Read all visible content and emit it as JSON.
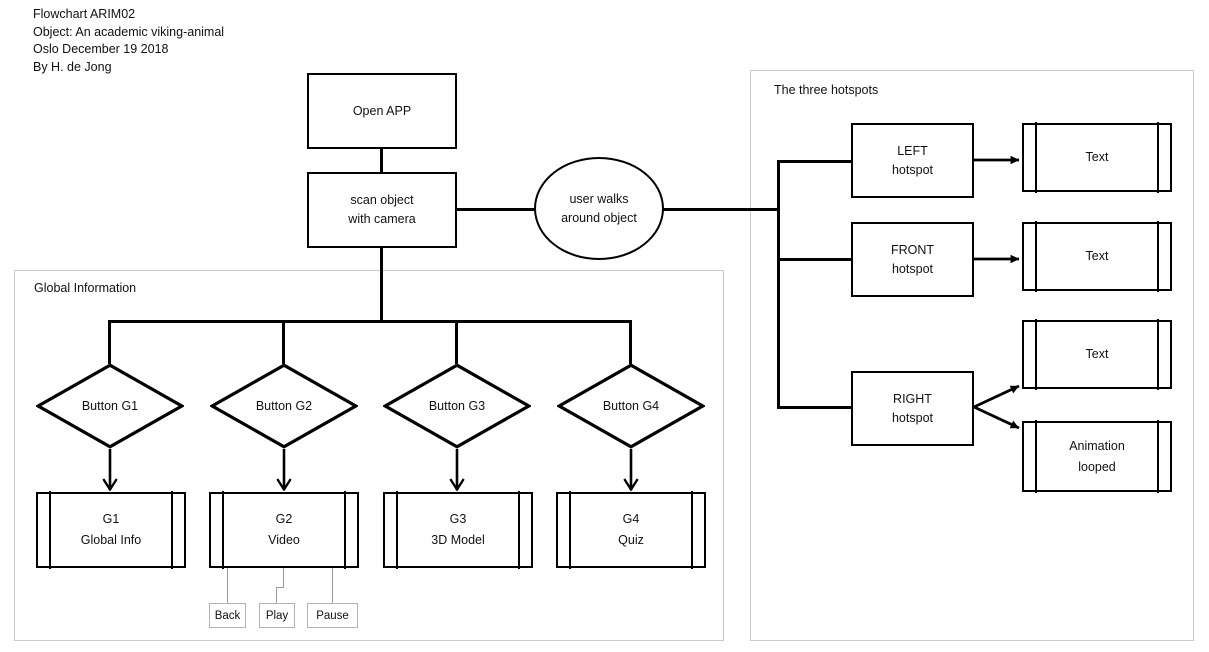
{
  "header": {
    "line1": "Flowchart ARIM02",
    "line2": "Object: An academic viking-animal",
    "line3": "Oslo December 19 2018",
    "line4": "By H. de Jong"
  },
  "main_flow": {
    "open_app": "Open APP",
    "scan_object": "scan object\nwith camera",
    "scan_object_l1": "scan object",
    "scan_object_l2": "with camera",
    "user_walks_l1": "user walks",
    "user_walks_l2": "around object"
  },
  "global_panel": {
    "title": "Global Information",
    "decisions": [
      {
        "label": "Button G1"
      },
      {
        "label": "Button G2"
      },
      {
        "label": "Button G3"
      },
      {
        "label": "Button G4"
      }
    ],
    "screens": [
      {
        "code": "G1",
        "name": "Global Info"
      },
      {
        "code": "G2",
        "name": "Video"
      },
      {
        "code": "G3",
        "name": "3D Model"
      },
      {
        "code": "G4",
        "name": "Quiz"
      }
    ],
    "media_controls": [
      {
        "label": "Back"
      },
      {
        "label": "Play"
      },
      {
        "label": "Pause"
      }
    ]
  },
  "hotspot_panel": {
    "title": "The three hotspots",
    "hotspots": [
      {
        "name": "LEFT",
        "kind": "hotspot"
      },
      {
        "name": "FRONT",
        "kind": "hotspot"
      },
      {
        "name": "RIGHT",
        "kind": "hotspot"
      }
    ],
    "targets": [
      {
        "l1": "Text",
        "l2": ""
      },
      {
        "l1": "Text",
        "l2": ""
      },
      {
        "l1": "Text",
        "l2": ""
      },
      {
        "l1": "Animation",
        "l2": "looped"
      }
    ]
  },
  "colors": {
    "stroke": "#000000",
    "panel_border": "#c9c9c9",
    "thin_connector": "#9a9a9a",
    "text": "#111111",
    "background": "#ffffff"
  }
}
